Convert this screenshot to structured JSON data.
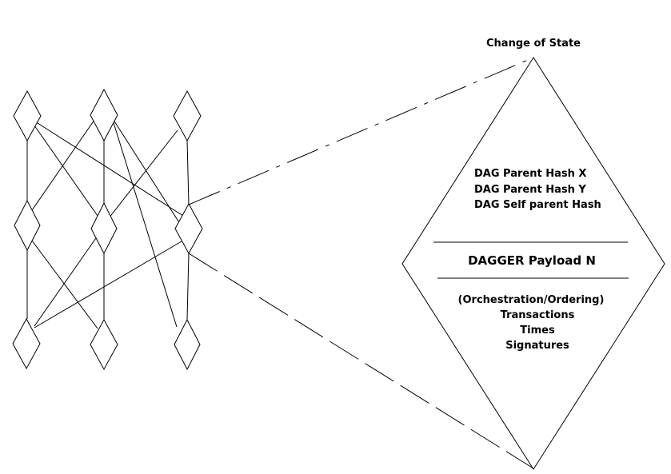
{
  "title": "Change of State",
  "parent_hashes": [
    "DAG Parent Hash X",
    "DAG Parent Hash Y",
    "DAG Self parent Hash"
  ],
  "payload_title": "DAGGER Payload N",
  "payload_lines": [
    "(Orchestration/Ordering)",
    "Transactions",
    "Times",
    "Signatures"
  ],
  "colors": {
    "stroke": "#000000",
    "background": "#ffffff"
  }
}
